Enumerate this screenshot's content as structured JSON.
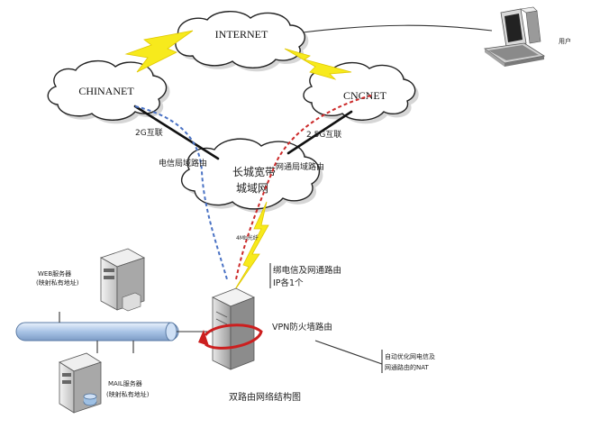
{
  "diagram": {
    "title": "双路由网络结构图",
    "clouds": {
      "internet": "INTERNET",
      "chinanet": "CHINANET",
      "cncnet": "CNCNET",
      "metro_line1": "长城宽带",
      "metro_line2": "城域网"
    },
    "links": {
      "left_uplink": "2G互联",
      "right_uplink": "2.5G互联",
      "telecom_route": "电信局域路由",
      "unicom_route": "网通局域路由",
      "fiber": "4Mb光纤"
    },
    "user": {
      "label": "用户"
    },
    "servers": {
      "web_line1": "WEB服务器",
      "web_line2": "(映射私有地址)",
      "mail_line1": "MAIL服务器",
      "mail_line2": "(映射私有地址)"
    },
    "firewall": {
      "note_line1": "绑电信及网通路由",
      "note_line2": "IP各1个",
      "vpn_label": "VPN防火墙路由"
    },
    "nat_note": {
      "line1": "自动优化网电信及",
      "line2": "网通路由的NAT"
    },
    "colors": {
      "telecom_route": "#4a72c4",
      "unicom_route": "#cc2a2a",
      "bolt": "#f7ea1c",
      "lan_bar": "#a9c4e6"
    }
  }
}
